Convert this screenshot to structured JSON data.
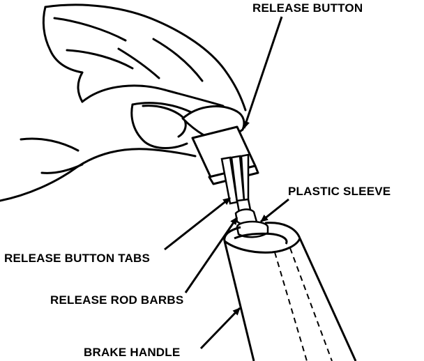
{
  "diagram": {
    "labels": {
      "release_button": "RELEASE BUTTON",
      "plastic_sleeve": "PLASTIC SLEEVE",
      "release_button_tabs": "RELEASE BUTTON TABS",
      "release_rod_barbs": "RELEASE ROD BARBS",
      "brake_handle": "BRAKE HANDLE"
    },
    "colors": {
      "ink": "#000000",
      "paper": "#ffffff"
    }
  }
}
